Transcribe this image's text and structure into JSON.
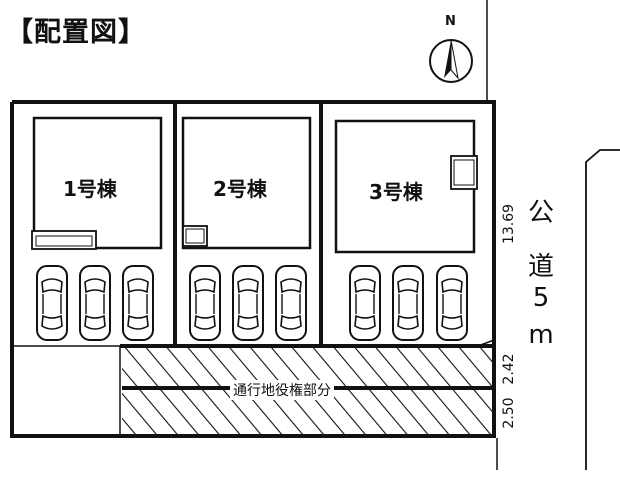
{
  "header": {
    "title": "【配置図】"
  },
  "compass": {
    "north_label": "N"
  },
  "lots": [
    {
      "label": "1号棟"
    },
    {
      "label": "2号棟"
    },
    {
      "label": "3号棟"
    }
  ],
  "road": {
    "chars": [
      "公",
      "道",
      "5",
      "m"
    ]
  },
  "dimensions": {
    "depth": "13.69",
    "passage_width_1": "2.42",
    "passage_width_2": "2.50"
  },
  "passage": {
    "label": "通行地役権部分"
  },
  "colors": {
    "line": "#111111",
    "background": "#ffffff"
  }
}
